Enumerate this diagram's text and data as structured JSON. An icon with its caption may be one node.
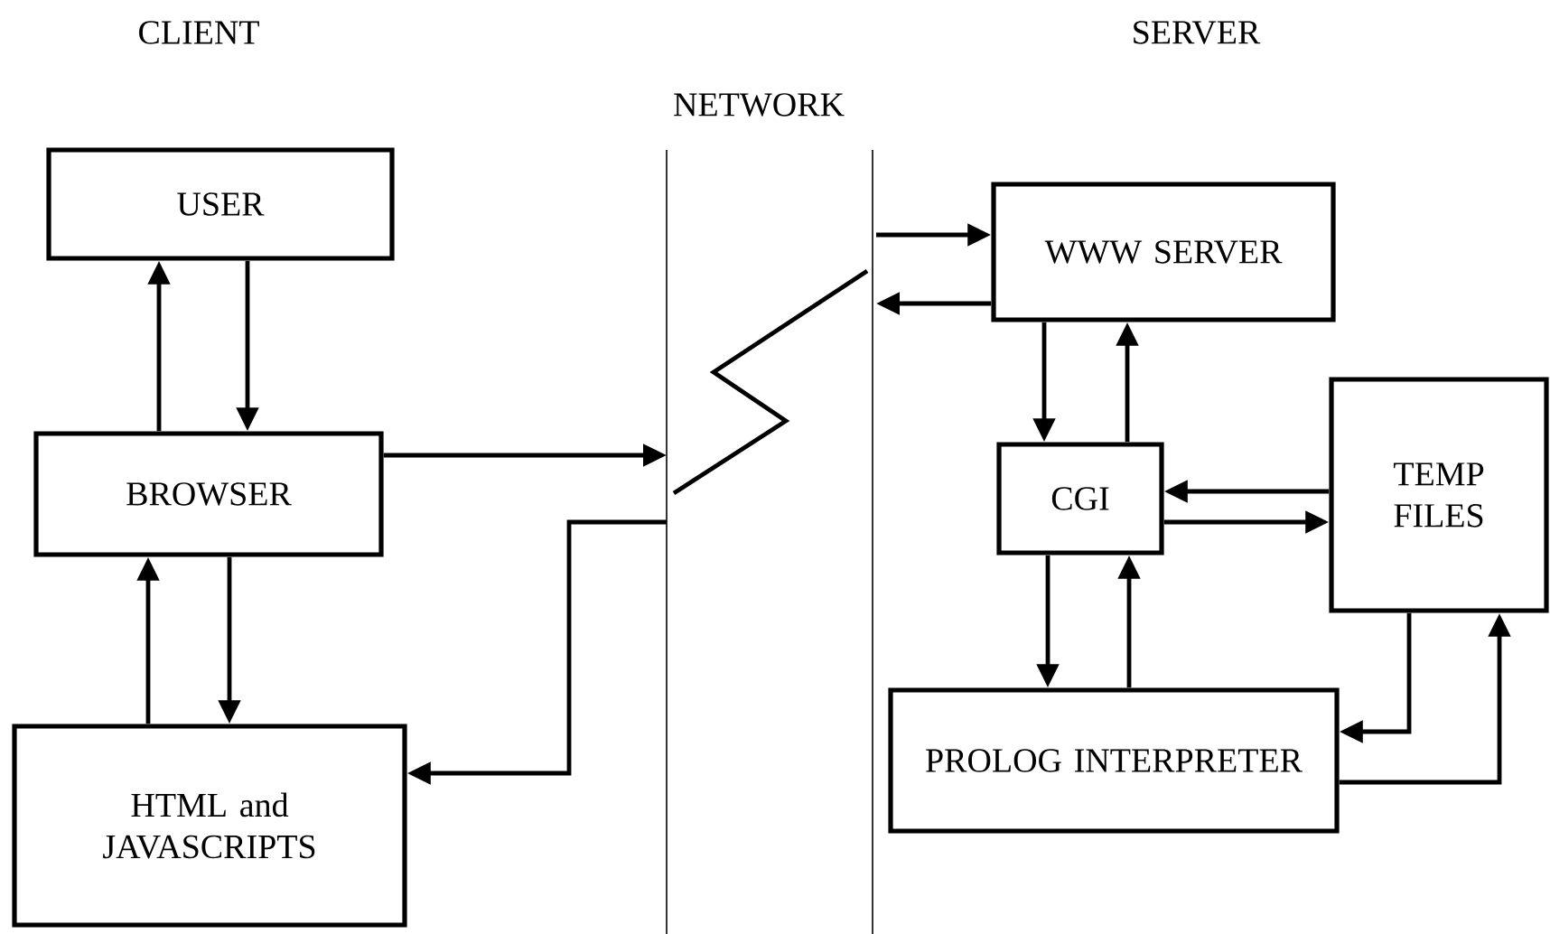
{
  "diagram": {
    "nodes": [
      {
        "text": [
          "USER"
        ]
      },
      {
        "text": [
          "BROWSER"
        ]
      },
      {
        "text": [
          "HTML and JAVASCRIPTS"
        ]
      },
      {
        "text": [
          "WWW SERVER"
        ]
      },
      {
        "text": [
          "CGI"
        ]
      },
      {
        "text": [
          "TEMP FILES"
        ]
      },
      {
        "text": [
          "PROLOG INTERPRETER"
        ]
      }
    ],
    "edges": [
      {
        "from": 1,
        "to": 0,
        "arrow": "to"
      },
      {
        "from": 0,
        "to": 1,
        "arrow": "to"
      },
      {
        "from": 2,
        "to": 1,
        "arrow": "to"
      },
      {
        "from": 1,
        "to": 2,
        "arrow": "to"
      },
      {
        "from": 1,
        "to": null,
        "arrow": "to"
      },
      {
        "from": null,
        "to": 2,
        "arrow": "to"
      },
      {
        "from": null,
        "to": 3,
        "arrow": "to"
      },
      {
        "from": 3,
        "to": null,
        "arrow": "to"
      },
      {
        "from": 3,
        "to": 4,
        "arrow": "to"
      },
      {
        "from": 4,
        "to": 3,
        "arrow": "to"
      },
      {
        "from": 5,
        "to": 4,
        "arrow": "to"
      },
      {
        "from": 4,
        "to": 5,
        "arrow": "to"
      },
      {
        "from": 4,
        "to": 6,
        "arrow": "to"
      },
      {
        "from": 6,
        "to": 4,
        "arrow": "to"
      },
      {
        "from": 5,
        "to": 6,
        "arrow": "to"
      },
      {
        "from": 6,
        "to": 5,
        "arrow": "to"
      }
    ],
    "labels": [
      "CLIENT",
      "SERVER",
      "NETWORK"
    ]
  }
}
